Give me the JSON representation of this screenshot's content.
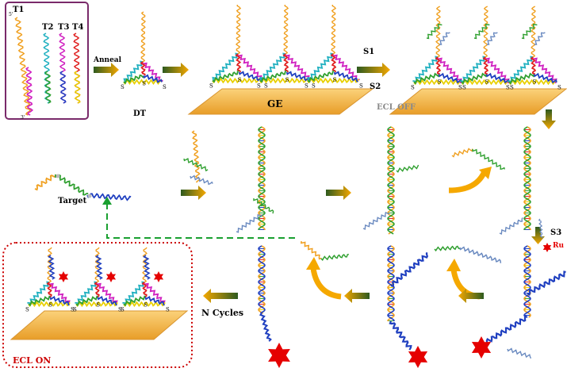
{
  "strands": {
    "t1": "T1",
    "t2": "T2",
    "t3": "T3",
    "t4": "T4",
    "end5": "5'",
    "end3": "3'"
  },
  "labels": {
    "anneal": "Anneal",
    "dt": "DT",
    "ge": "GE",
    "s1": "S1",
    "s2": "S2",
    "s3": "S3",
    "ru": "Ru",
    "ecl_off": "ECL OFF",
    "ecl_on": "ECL ON",
    "target": "Target",
    "n_cycles": "N Cycles",
    "thiol": "S"
  },
  "colors": {
    "orange_strand": "#f0a020",
    "pink_strand": "#d020c0",
    "blue_strand": "#2040c0",
    "green_strand": "#30a030",
    "cyan_strand": "#20b0c0",
    "red_strand": "#e02020",
    "yellow_strand": "#e8d000",
    "electrode": "#f5b94a",
    "frame_purple": "#7a2a6a",
    "ecl_on_red": "#cc0000",
    "ecl_off_gray": "#8a8a8a",
    "arrow_dark": "#2d5a1f",
    "arrow_orange": "#f5a800",
    "star_red": "#e50000"
  }
}
